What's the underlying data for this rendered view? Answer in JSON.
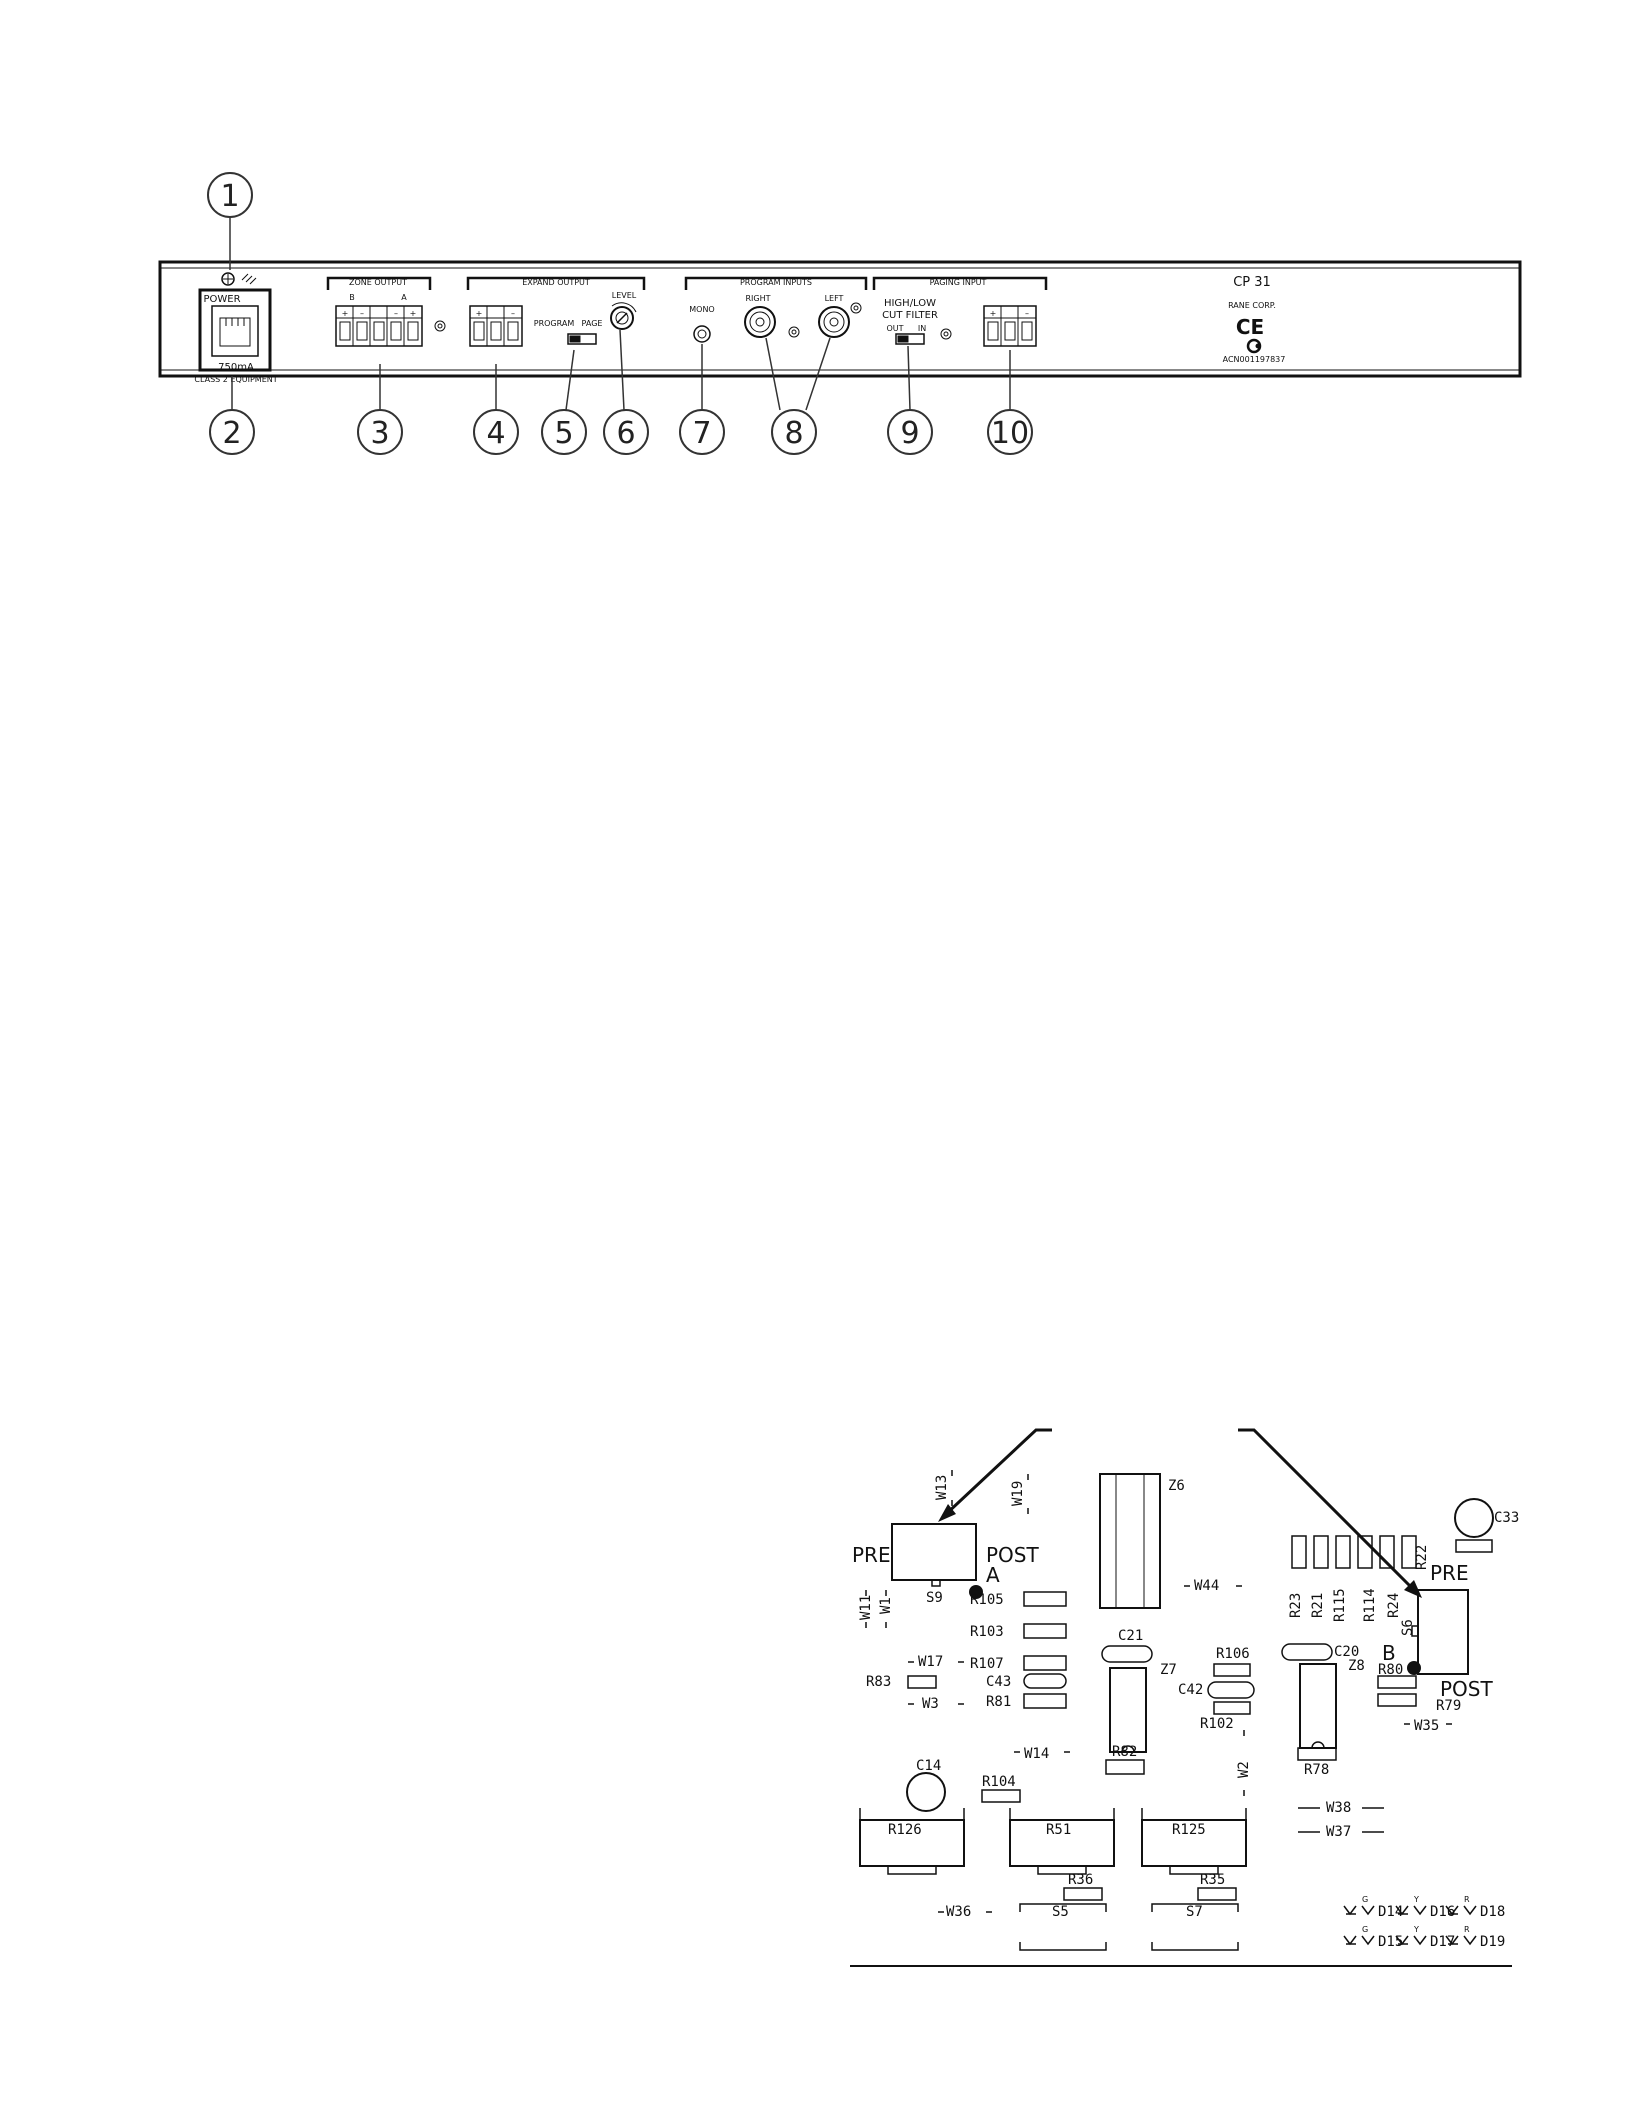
{
  "panel": {
    "model": "CP 31",
    "brand": "RANE CORP.",
    "ce_mark": "CE",
    "acn": "ACN001197837",
    "power_label": "POWER",
    "current_label": "750mA",
    "class_label": "CLASS 2 EQUIPMENT",
    "groups": {
      "zone_output": "ZONE OUTPUT",
      "expand_output": "EXPAND OUTPUT",
      "program_inputs": "PROGRAM INPUTS",
      "paging_input": "PAGING INPUT"
    },
    "zone_sub": {
      "b": "B",
      "a": "A"
    },
    "switch_expand": {
      "left": "PROGRAM",
      "right": "PAGE"
    },
    "level_label": "LEVEL",
    "mono_label": "MONO",
    "right_label": "RIGHT",
    "left_label": "LEFT",
    "filter_label_1": "HIGH/LOW",
    "filter_label_2": "CUT FILTER",
    "filter_out": "OUT",
    "filter_in": "IN",
    "terminal_signs": {
      "plus": "+",
      "minus": "–"
    }
  },
  "callouts": [
    "1",
    "2",
    "3",
    "4",
    "5",
    "6",
    "7",
    "8",
    "9",
    "10"
  ],
  "pcb": {
    "switch_labels": {
      "pre": "PRE",
      "post": "POST",
      "a": "A",
      "b": "B"
    },
    "parts": {
      "w13": "W13",
      "w19": "W19",
      "z6": "Z6",
      "c33": "C33",
      "r22": "R22",
      "s9": "S9",
      "r105": "R105",
      "r103": "R103",
      "r107": "R107",
      "c43": "C43",
      "r81": "R81",
      "w11": "W11",
      "w1": "W1",
      "w17": "W17",
      "r83": "R83",
      "w3": "W3",
      "w44": "W44",
      "c21": "C21",
      "z7": "Z7",
      "r106": "R106",
      "c42": "C42",
      "r102": "R102",
      "r82": "R82",
      "r23": "R23",
      "r21": "R21",
      "r115": "R115",
      "r114": "R114",
      "r24": "R24",
      "s6": "S6",
      "c20": "C20",
      "z8": "Z8",
      "r80": "R80",
      "r79": "R79",
      "w35": "W35",
      "r78": "R78",
      "w14": "W14",
      "w2": "W2",
      "c14": "C14",
      "r104": "R104",
      "r126": "R126",
      "r51": "R51",
      "r125": "R125",
      "w38": "W38",
      "w37": "W37",
      "r36": "R36",
      "r35": "R35",
      "w36": "W36",
      "s5": "S5",
      "s7": "S7",
      "d14": "D14",
      "d15": "D15",
      "d16": "D16",
      "d17": "D17",
      "d18": "D18",
      "d19": "D19",
      "g": "G",
      "y": "Y",
      "r": "R"
    }
  }
}
